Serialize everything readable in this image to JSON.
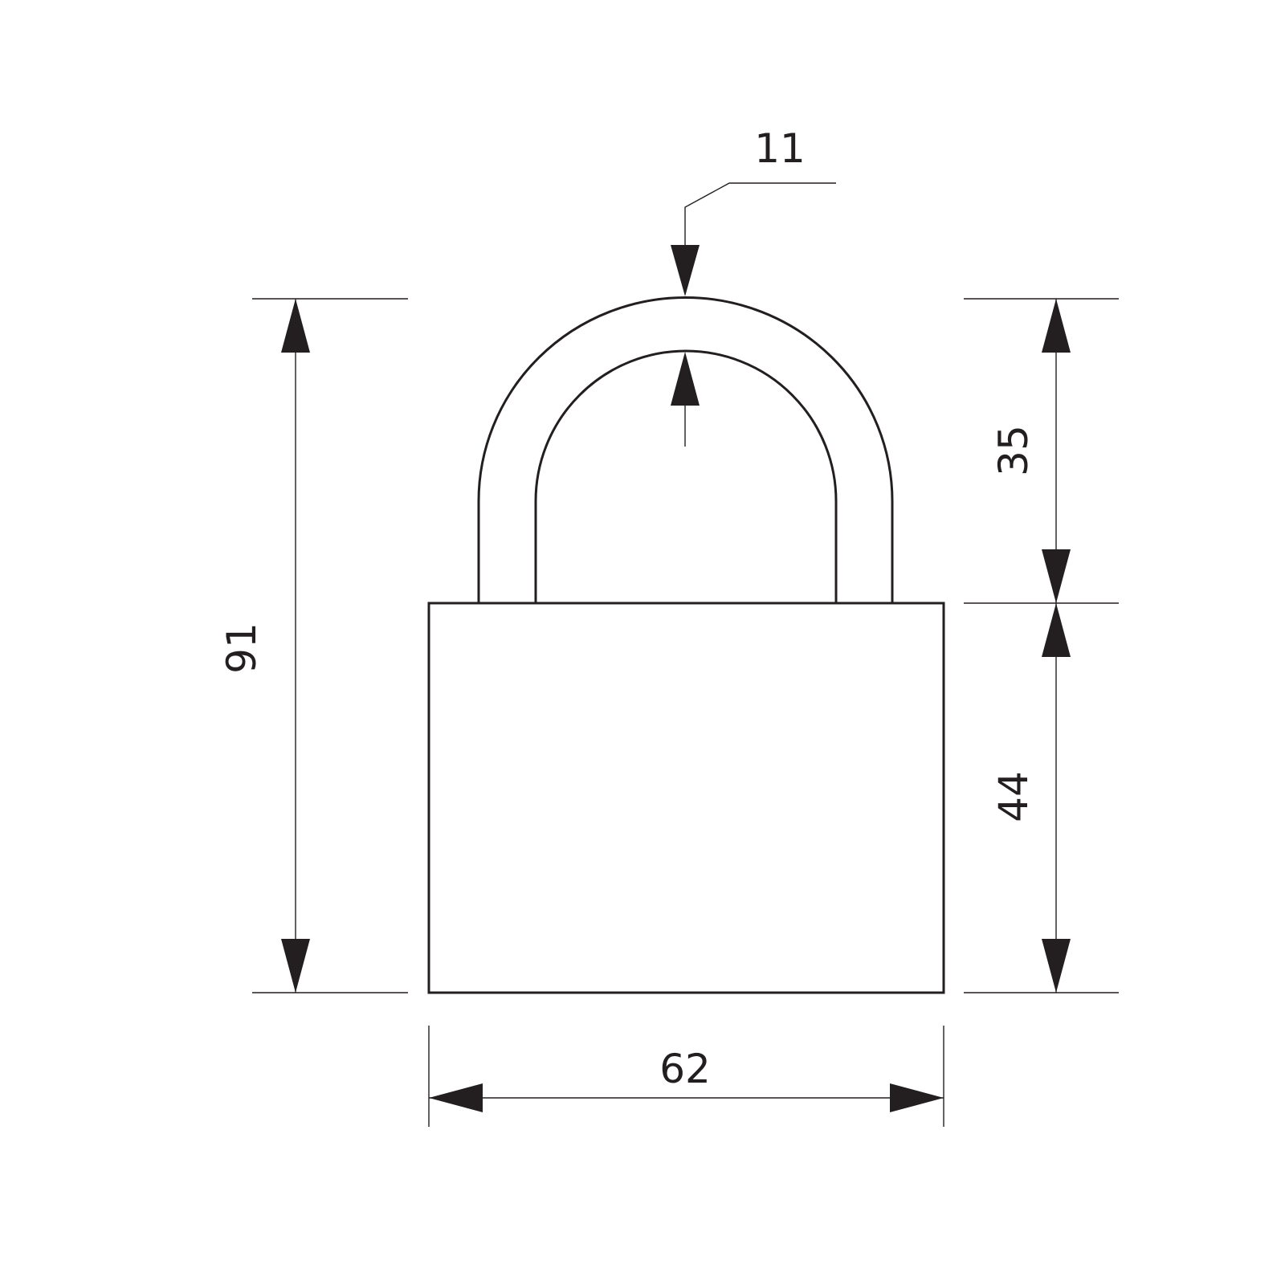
{
  "dimensions": {
    "shackle_thickness": "11",
    "overall_height": "91",
    "shackle_clearance": "35",
    "body_height": "44",
    "body_width": "62"
  },
  "colors": {
    "line": "#231f20",
    "background": "#ffffff"
  }
}
